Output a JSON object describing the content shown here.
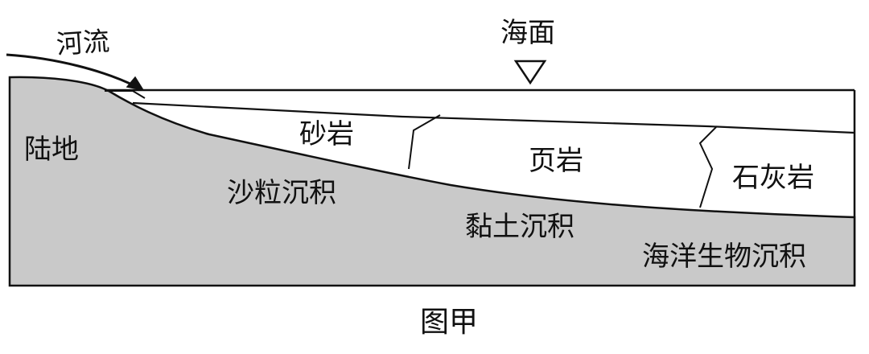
{
  "figure": {
    "caption": "图甲",
    "colors": {
      "sediment": "#c9c9c9",
      "outline": "#111111",
      "sea": "#ffffff"
    }
  },
  "labels": {
    "river": "河流",
    "sea_surface": "海面",
    "land": "陆地",
    "sandstone": "砂岩",
    "shale": "页岩",
    "limestone": "石灰岩",
    "sand_sediment": "沙粒沉积",
    "clay_sediment": "黏土沉积",
    "marine_bio_sediment": "海洋生物沉积"
  }
}
